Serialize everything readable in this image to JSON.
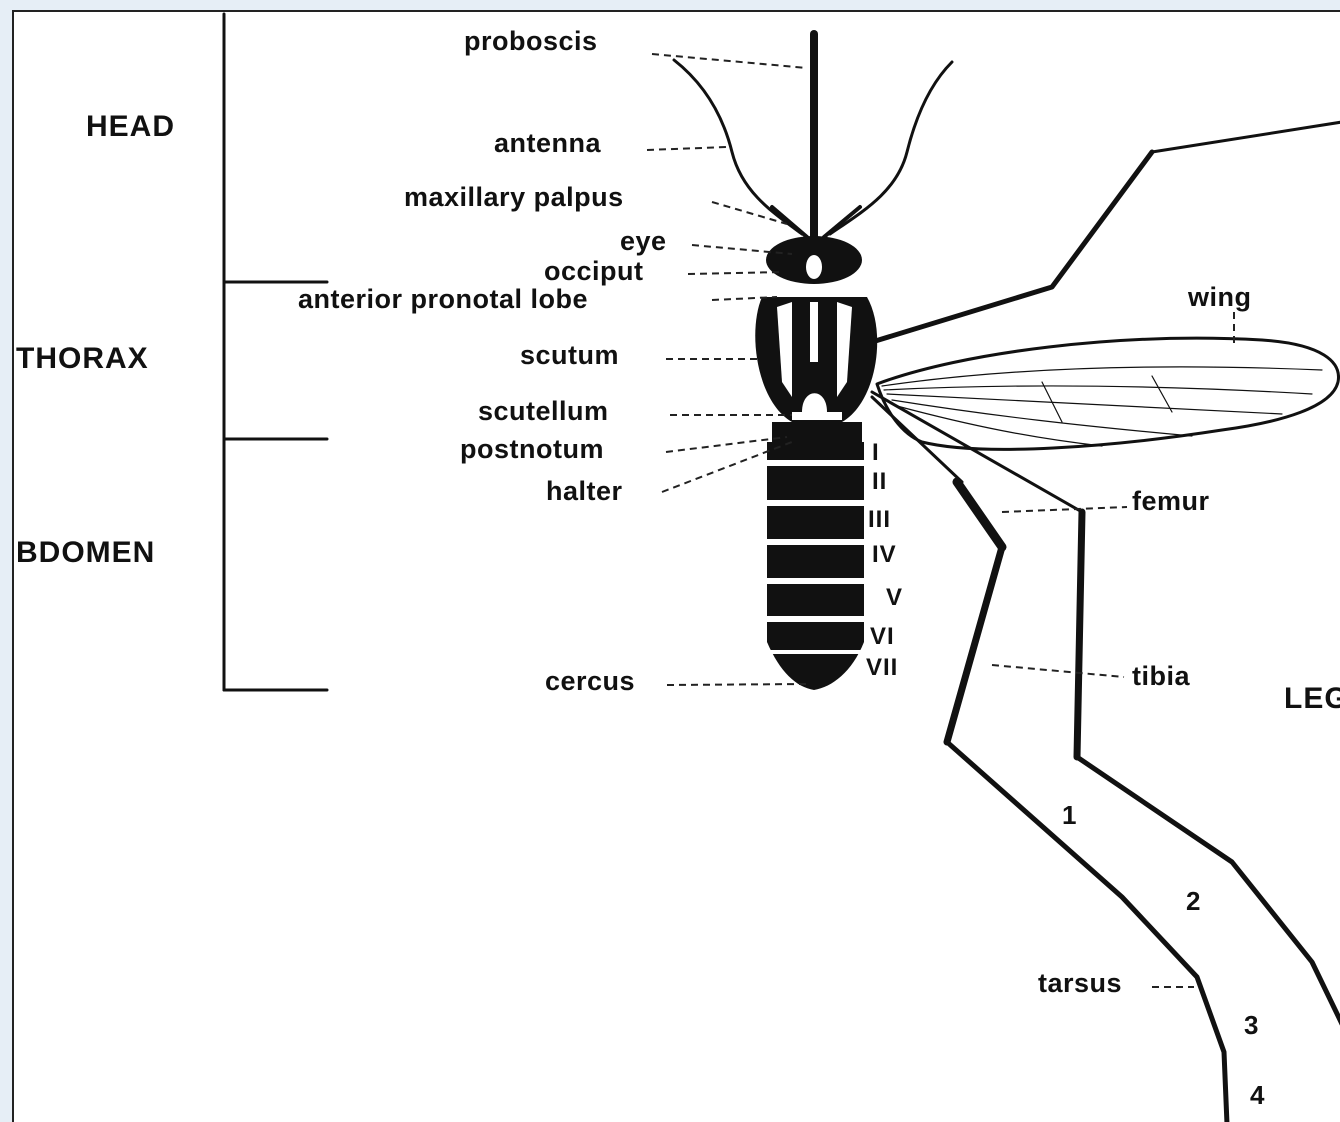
{
  "regions": {
    "head": "HEAD",
    "thorax": "THORAX",
    "abdomen": "BDOMEN",
    "leg": "LEG"
  },
  "labels": {
    "proboscis": "proboscis",
    "antenna": "antenna",
    "maxillary_palpus": "maxillary palpus",
    "eye": "eye",
    "occiput": "occiput",
    "anterior_pronotal_lobe": "anterior pronotal lobe",
    "scutum": "scutum",
    "scutellum": "scutellum",
    "postnotum": "postnotum",
    "halter": "halter",
    "cercus": "cercus",
    "wing": "wing",
    "femur": "femur",
    "tibia": "tibia",
    "tarsus": "tarsus"
  },
  "segments": [
    "I",
    "II",
    "III",
    "IV",
    "V",
    "VI",
    "VII"
  ],
  "tarsal_segments": [
    "1",
    "2",
    "3",
    "4"
  ]
}
